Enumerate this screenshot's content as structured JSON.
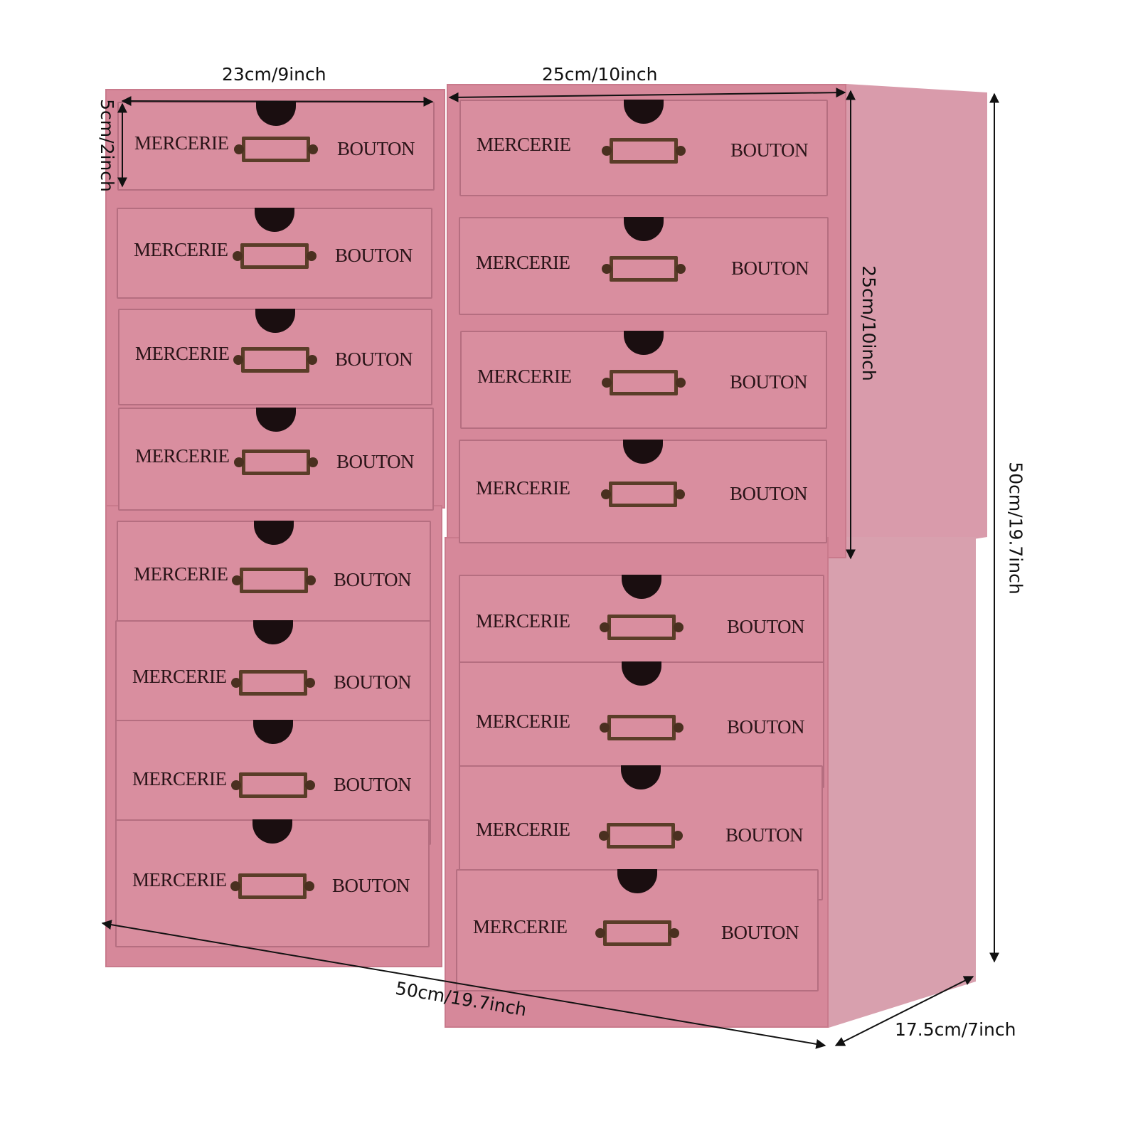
{
  "colors": {
    "cabinet": "#d6889a",
    "drawer": "#d98e9f",
    "side": "#d99bab",
    "handle": "#5a3d28"
  },
  "dimensions": {
    "drawer_width_left": "23cm/9inch",
    "drawer_width_right": "25cm/10inch",
    "drawer_height": "5cm/2inch",
    "cabinet_height": "25cm/10inch",
    "total_height": "50cm/19.7inch",
    "total_width": "50cm/19.7inch",
    "depth": "17.5cm/7inch"
  },
  "drawer_label": {
    "left": "MERCERIE",
    "right": "BOUTON"
  },
  "drawer_count": 16
}
